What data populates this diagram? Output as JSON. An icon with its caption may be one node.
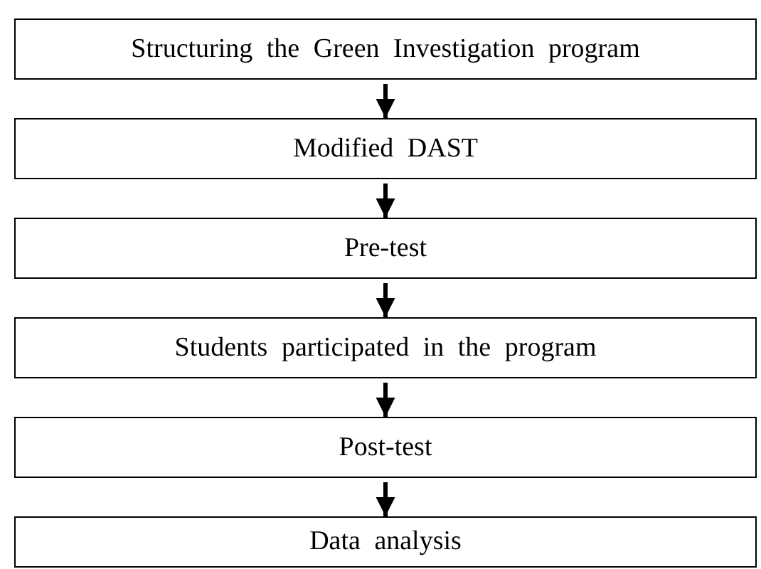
{
  "diagram": {
    "nodes": [
      {
        "text": [
          "Structuring the Green Investigation program"
        ]
      },
      {
        "text": [
          "Modified DAST"
        ]
      },
      {
        "text": [
          "Pre-test"
        ]
      },
      {
        "text": [
          "Students participated in the program"
        ]
      },
      {
        "text": [
          "Post-test"
        ]
      },
      {
        "text": [
          "Data analysis"
        ]
      }
    ],
    "edges": [
      {
        "from": 0,
        "to": 1,
        "arrow": "to"
      },
      {
        "from": 1,
        "to": 2,
        "arrow": "to"
      },
      {
        "from": 2,
        "to": 3,
        "arrow": "to"
      },
      {
        "from": 3,
        "to": 4,
        "arrow": "to"
      },
      {
        "from": 4,
        "to": 5,
        "arrow": "to"
      }
    ]
  }
}
